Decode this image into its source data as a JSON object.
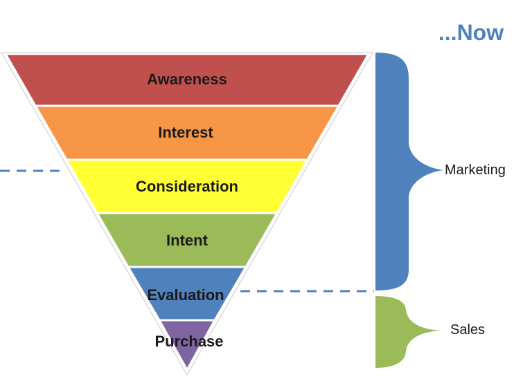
{
  "headline": {
    "text": "...Now",
    "color": "#4F81BD"
  },
  "funnel": {
    "stages": [
      {
        "label": "Awareness",
        "color": "#C0504D"
      },
      {
        "label": "Interest",
        "color": "#F79646"
      },
      {
        "label": "Consideration",
        "color": "#FFFF33"
      },
      {
        "label": "Intent",
        "color": "#9BBB59"
      },
      {
        "label": "Evaluation",
        "color": "#4F81BD"
      },
      {
        "label": "Purchase",
        "color": "#8064A2"
      }
    ]
  },
  "brackets": {
    "marketing": {
      "label": "Marketing",
      "color": "#4F81BD"
    },
    "sales": {
      "label": "Sales",
      "color": "#9BBB59"
    }
  },
  "dividers": {
    "color": "#4F81BD"
  }
}
